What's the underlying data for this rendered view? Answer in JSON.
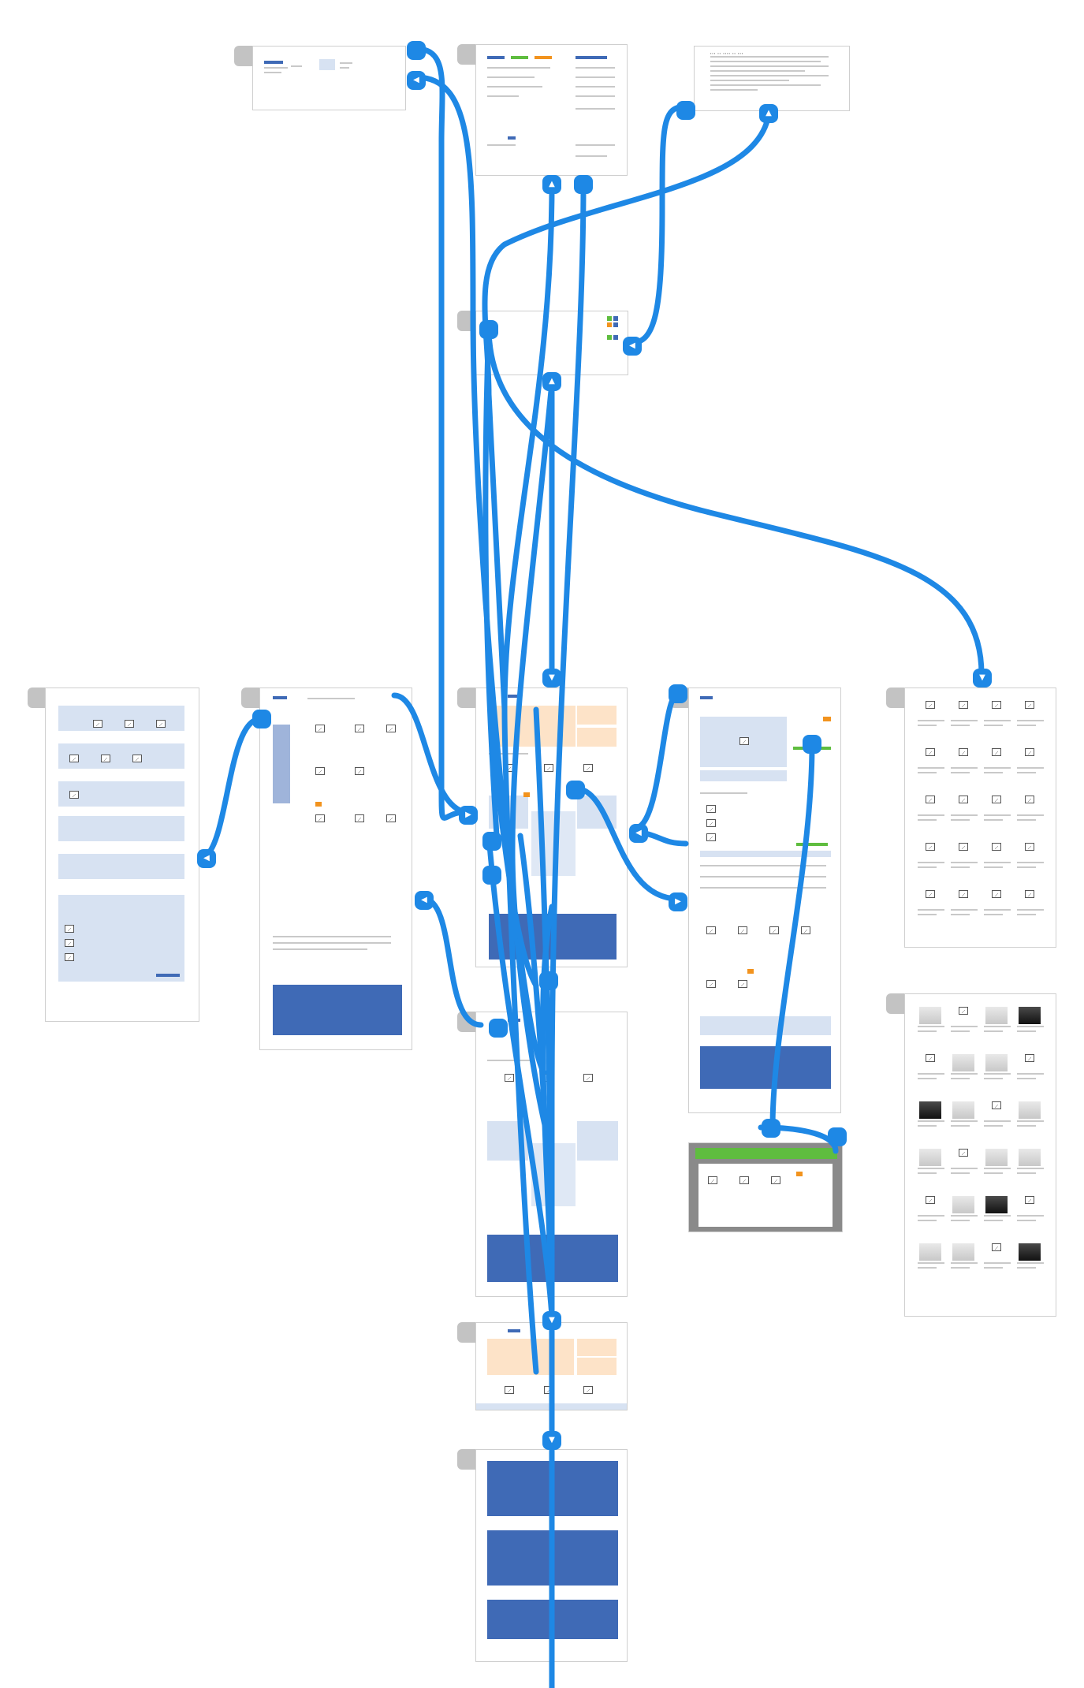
{
  "diagram": {
    "type": "site-flow",
    "connector_color": "#1e88e5",
    "artboard_tab_color": "#c3c3c3",
    "accent_blue": "#3f6ab6",
    "accent_orange": "#f2931e",
    "accent_green": "#5fbd3f",
    "artboards": [
      {
        "id": "dropdown-menu"
      },
      {
        "id": "account-form"
      },
      {
        "id": "price-text-box"
      },
      {
        "id": "badge-strip"
      },
      {
        "id": "component-sheet"
      },
      {
        "id": "category-listing"
      },
      {
        "id": "homepage"
      },
      {
        "id": "product-detail"
      },
      {
        "id": "product-grid"
      },
      {
        "id": "product-grid-photos"
      },
      {
        "id": "homepage-variant"
      },
      {
        "id": "compare-overlay"
      },
      {
        "id": "header-compact"
      },
      {
        "id": "footer-variants"
      }
    ],
    "connector_count": 24
  }
}
